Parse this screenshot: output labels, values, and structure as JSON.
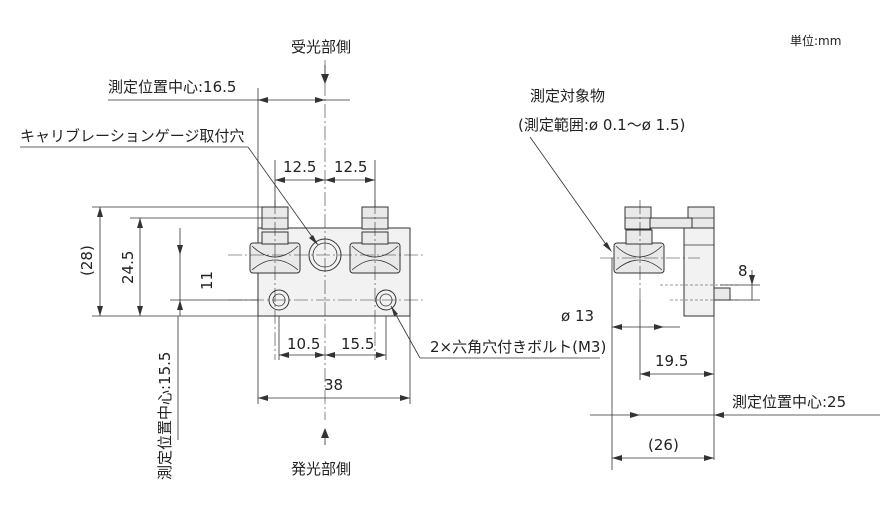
{
  "unit_label": "単位:mm",
  "labels": {
    "receiver_side": "受光部側",
    "emitter_side": "発光部側",
    "center_16_5": "測定位置中心:16.5",
    "calib_hole": "キャリブレーションゲージ取付穴",
    "target": "測定対象物",
    "range": "(測定範囲:ø 0.1〜ø 1.5)",
    "bolt": "2×六角穴付きボルト(M3)",
    "center_15_5": "測定位置中心:15.5",
    "center_25": "測定位置中心:25"
  },
  "dims": {
    "d12_5_left": "12.5",
    "d12_5_right": "12.5",
    "d28": "(28)",
    "d24_5": "24.5",
    "d11": "11",
    "d10_5": "10.5",
    "d15_5": "15.5",
    "d38": "38",
    "d8": "8",
    "d13": "ø 13",
    "d19_5": "19.5",
    "d26": "(26)"
  }
}
